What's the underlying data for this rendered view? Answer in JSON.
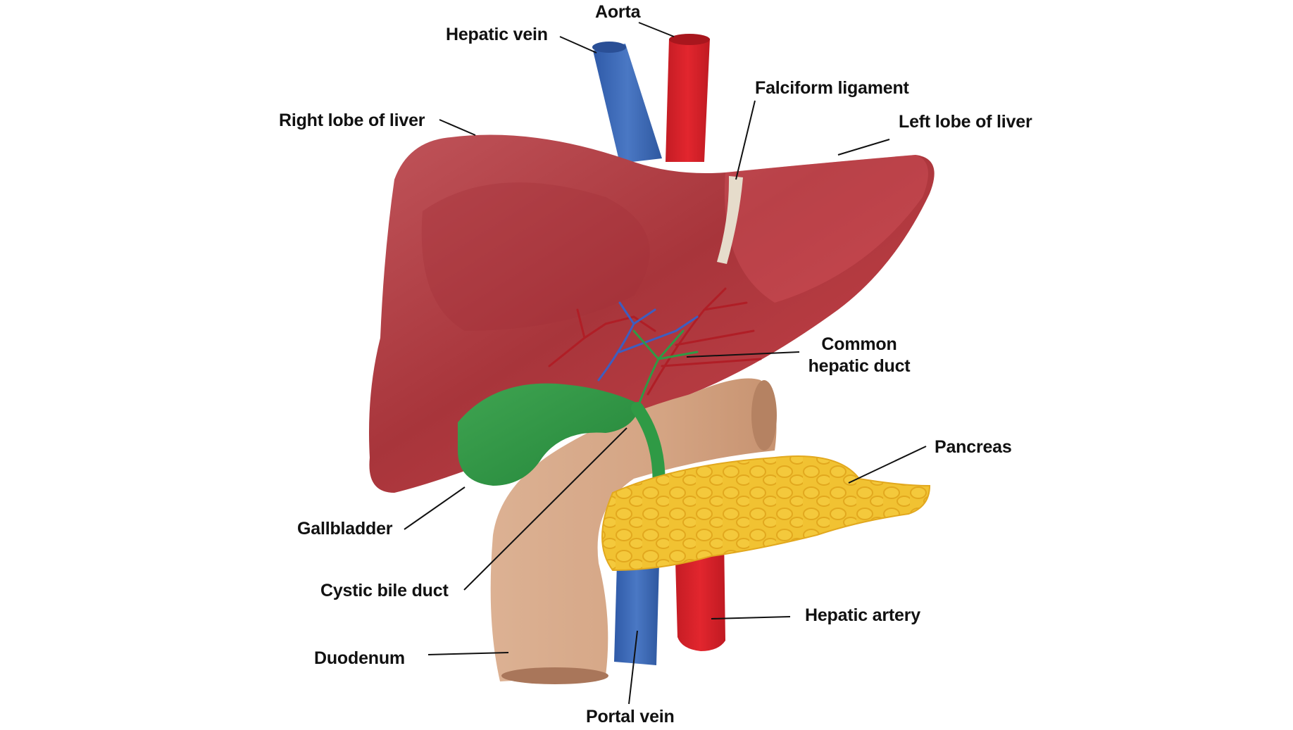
{
  "diagram": {
    "title": "Liver anatomy",
    "colors": {
      "liver": "#c9444b",
      "liver_dark": "#a83339",
      "liver_light": "#d4585c",
      "hepatic_vein": "#3f6bb8",
      "aorta": "#d8222a",
      "gallbladder": "#2f9a45",
      "duodenum": "#d7a98a",
      "pancreas": "#f1c232",
      "ligament": "#e6dccb",
      "line": "#111111"
    },
    "labels": {
      "aorta": "Aorta",
      "hepatic_vein": "Hepatic vein",
      "falciform_ligament": "Falciform ligament",
      "right_lobe": "Right lobe of liver",
      "left_lobe": "Left lobe of liver",
      "common_hepatic_duct_line1": "Common",
      "common_hepatic_duct_line2": "hepatic duct",
      "pancreas": "Pancreas",
      "gallbladder": "Gallbladder",
      "cystic_bile_duct": "Cystic bile duct",
      "hepatic_artery": "Hepatic artery",
      "duodenum": "Duodenum",
      "portal_vein": "Portal vein"
    }
  }
}
